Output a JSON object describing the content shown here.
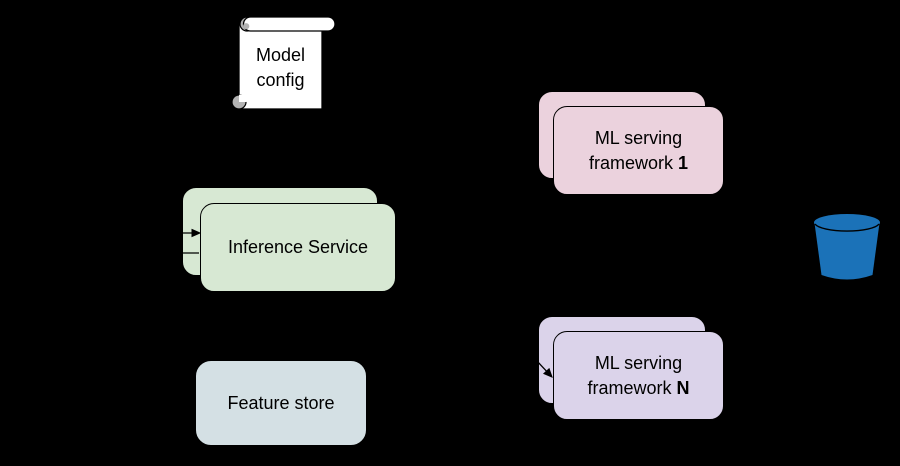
{
  "diagram": {
    "background": "#000000",
    "stroke_color": "#000000",
    "nodes": {
      "model_config": {
        "label": "Model config",
        "shape": "scroll-document",
        "fill": "#ffffff",
        "curl_fill": "#b3b3b3"
      },
      "inference_service": {
        "label": "Inference Service",
        "shape": "stacked-rounded-rect",
        "fill": "#d7e8d3"
      },
      "ml_serving_framework_1": {
        "label_prefix": "ML serving framework ",
        "label_index": "1",
        "shape": "stacked-rounded-rect",
        "fill": "#ebd2dd"
      },
      "ml_serving_framework_n": {
        "label_prefix": "ML serving framework ",
        "label_index": "N",
        "shape": "stacked-rounded-rect",
        "fill": "#dbd3ea"
      },
      "feature_store": {
        "label": "Feature store",
        "shape": "rounded-rect",
        "fill": "#d4e0e4"
      },
      "storage_bucket": {
        "shape": "bucket-icon",
        "fill": "#1b72b8"
      }
    },
    "edges": {
      "color": "#000000",
      "visible_fragments": [
        {
          "type": "arrow",
          "into": "inference_service"
        },
        {
          "type": "line",
          "into": "inference_service"
        },
        {
          "type": "arrow",
          "into": "ml_serving_framework_n"
        }
      ]
    }
  }
}
